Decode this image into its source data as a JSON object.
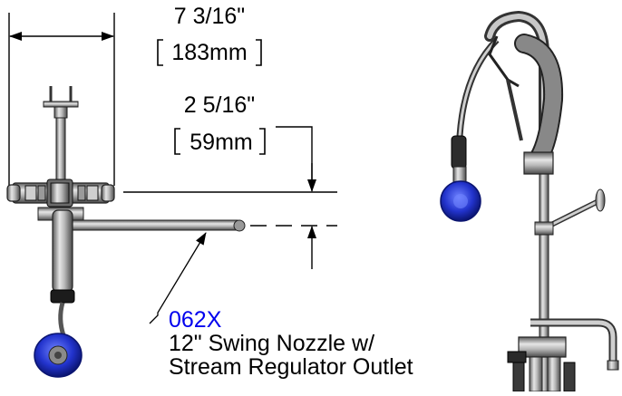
{
  "dimensions": {
    "overall_width": {
      "imperial": "7 3/16\"",
      "metric": "183mm"
    },
    "nozzle_height": {
      "imperial": "2 5/16\"",
      "metric": "59mm"
    }
  },
  "callout": {
    "part_number": "062X",
    "description_line1": "12\" Swing Nozzle w/",
    "description_line2": "Stream Regulator Outlet"
  },
  "colors": {
    "line": "#000000",
    "callout_code": "#0000ee",
    "spray_valve": "#1a2fcf",
    "metal": "#a9a9a9"
  }
}
